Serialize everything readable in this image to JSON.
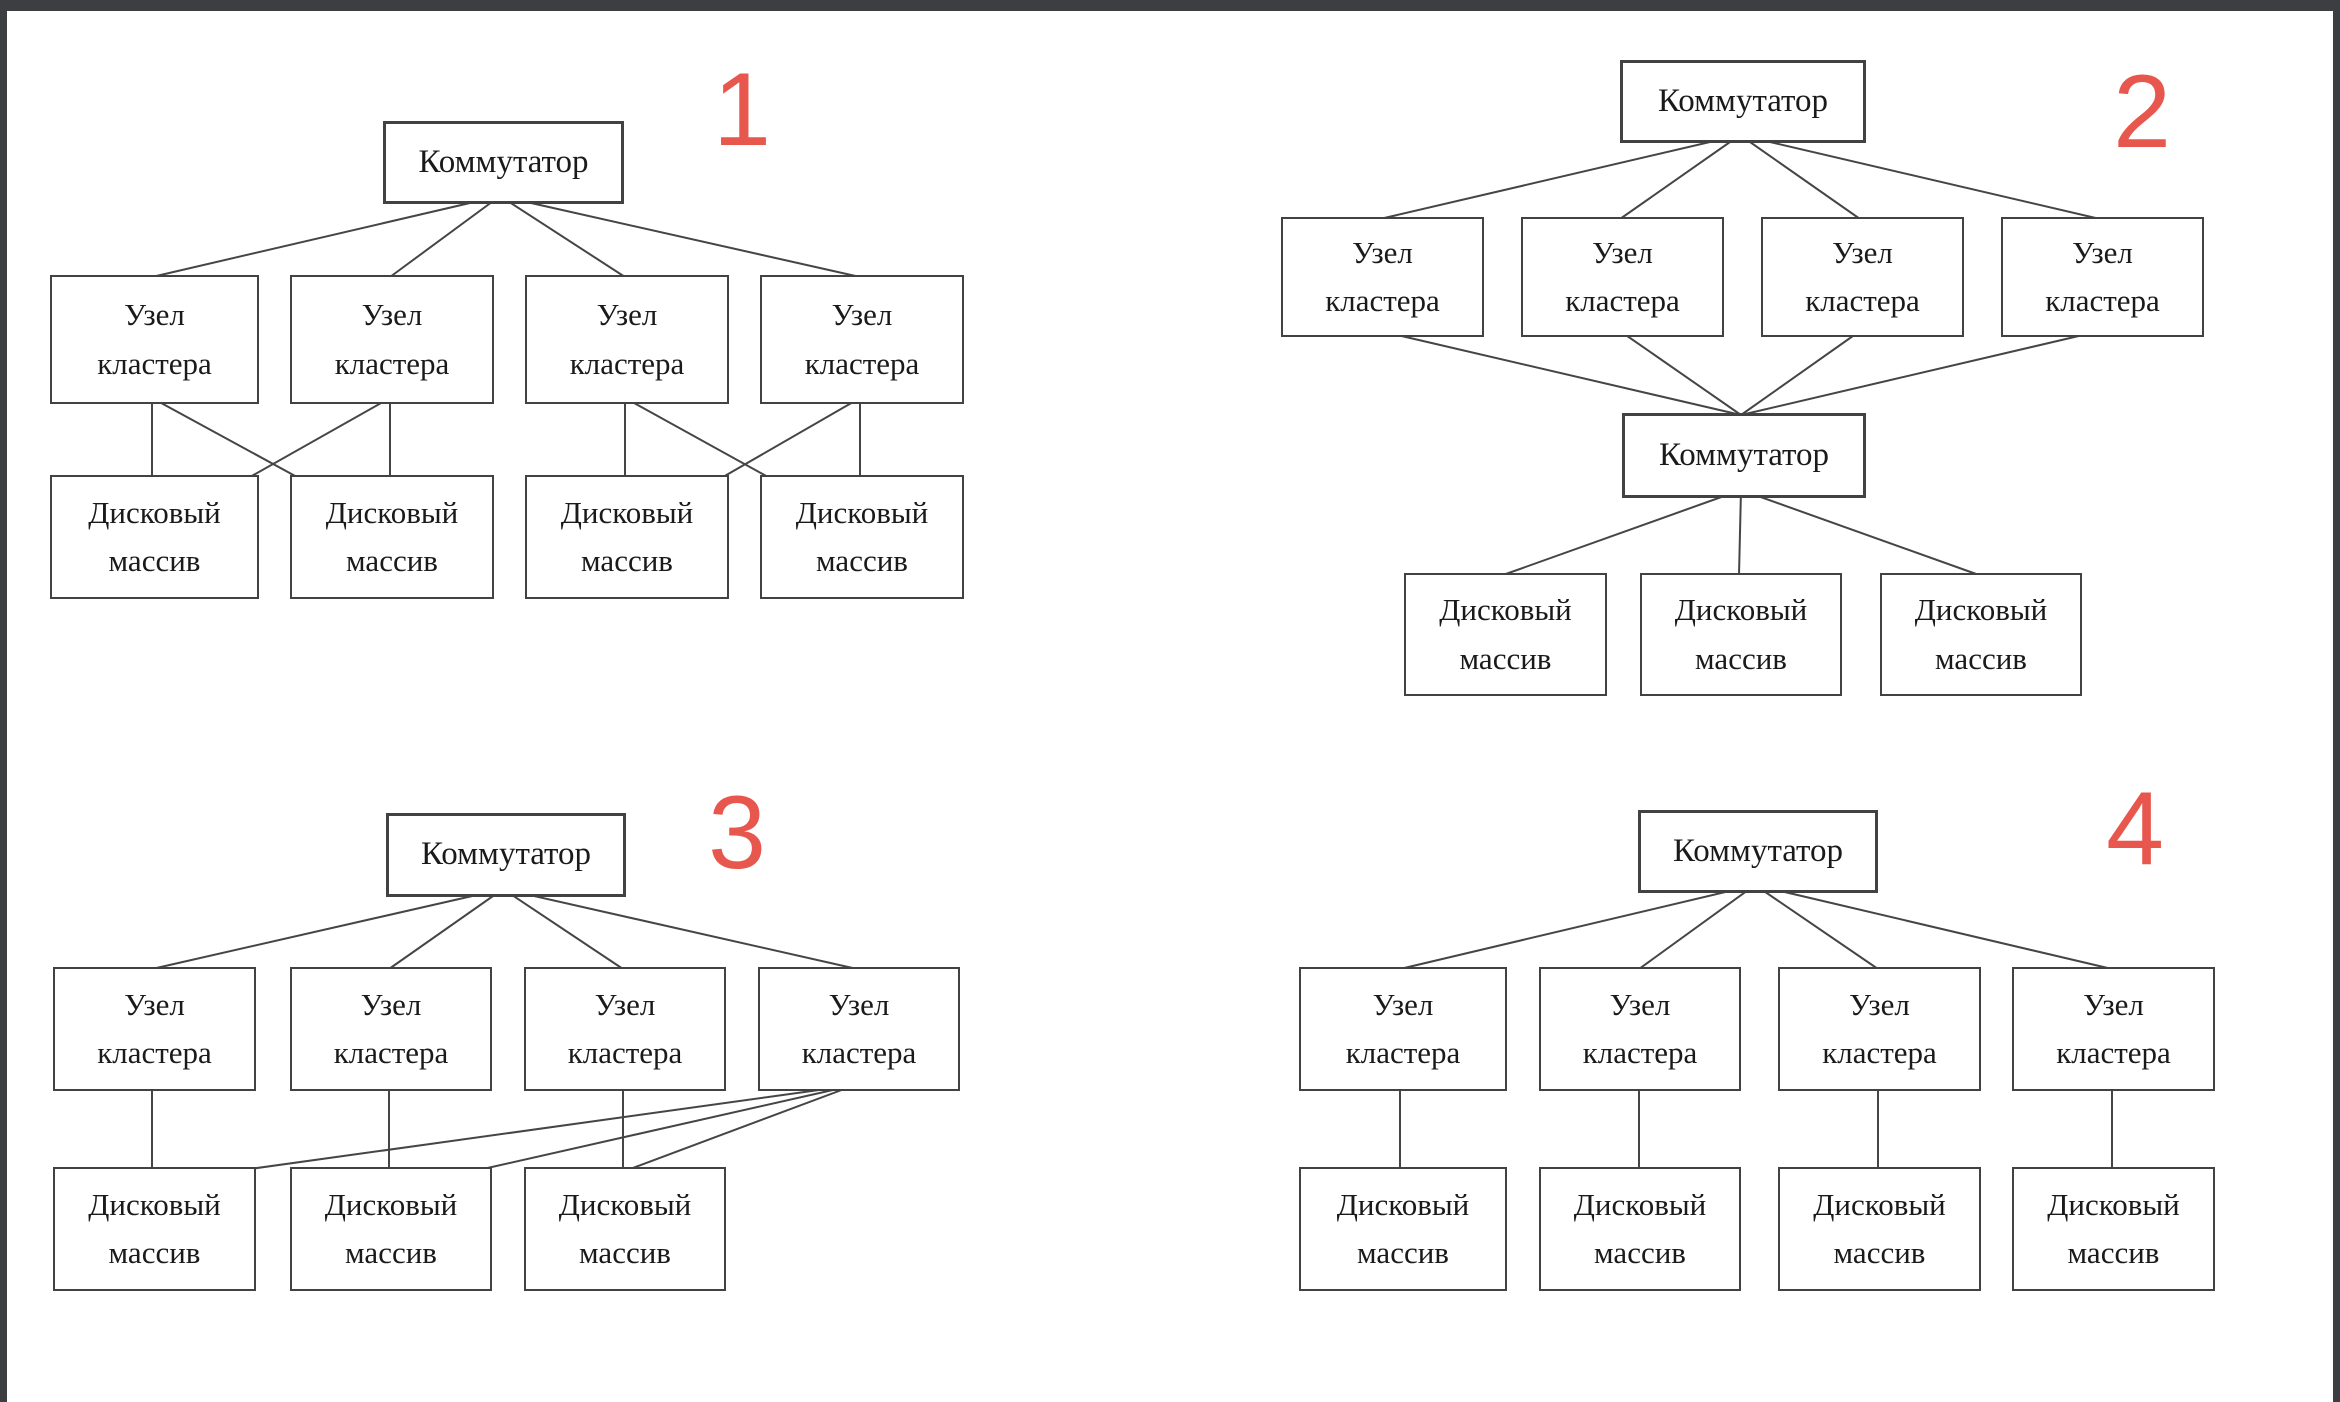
{
  "colors": {
    "accent_number_red": "#e8574d",
    "connector_line": "#454545",
    "box_border": "#424242",
    "text": "#1a1a1a",
    "frame_edge": "#3c3e41",
    "background": "#ffffff"
  },
  "labels": {
    "switch": "Коммутатор",
    "cluster_node": "Узел\nкластера",
    "disk_array": "Дисковый\nмассив"
  },
  "diagrams": [
    {
      "number": "1",
      "switch": "Коммутатор",
      "nodes": [
        "Узел\nкластера",
        "Узел\nкластера",
        "Узел\nкластера",
        "Узел\nкластера"
      ],
      "disks": [
        "Дисковый\nмассив",
        "Дисковый\nмассив",
        "Дисковый\nмассив",
        "Дисковый\nмассив"
      ]
    },
    {
      "number": "2",
      "switch_top": "Коммутатор",
      "switch_bottom": "Коммутатор",
      "nodes": [
        "Узел\nкластера",
        "Узел\nкластера",
        "Узел\nкластера",
        "Узел\nкластера"
      ],
      "disks": [
        "Дисковый\nмассив",
        "Дисковый\nмассив",
        "Дисковый\nмассив"
      ]
    },
    {
      "number": "3",
      "switch": "Коммутатор",
      "nodes": [
        "Узел\nкластера",
        "Узел\nкластера",
        "Узел\nкластера",
        "Узел\nкластера"
      ],
      "disks": [
        "Дисковый\nмассив",
        "Дисковый\nмассив",
        "Дисковый\nмассив"
      ]
    },
    {
      "number": "4",
      "switch": "Коммутатор",
      "nodes": [
        "Узел\nкластера",
        "Узел\nкластера",
        "Узел\nкластера",
        "Узел\nкластера"
      ],
      "disks": [
        "Дисковый\nмассив",
        "Дисковый\nмассив",
        "Дисковый\nмассив",
        "Дисковый\nмассив"
      ]
    }
  ]
}
